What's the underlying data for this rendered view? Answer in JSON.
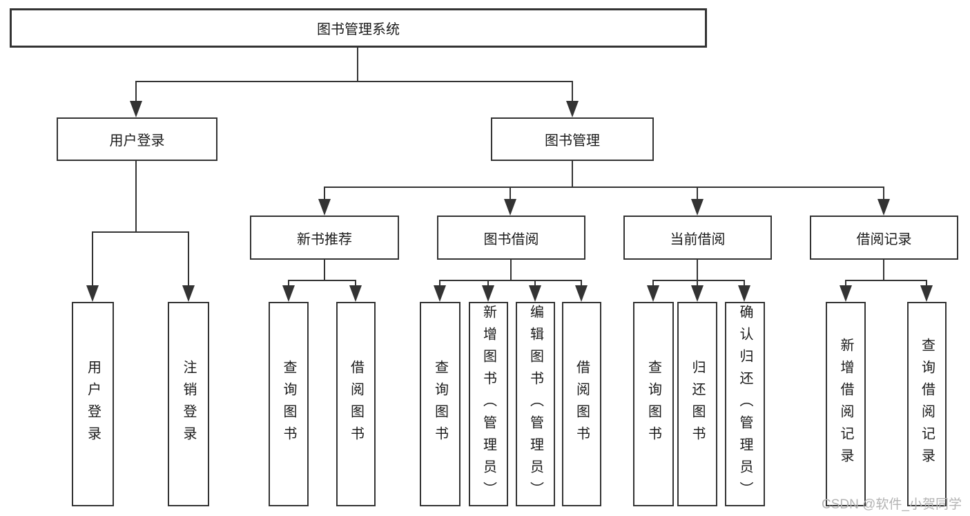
{
  "diagram": {
    "root": {
      "label": "图书管理系统"
    },
    "level2": [
      {
        "label": "用户登录"
      },
      {
        "label": "图书管理"
      }
    ],
    "level3": [
      {
        "label": "新书推荐"
      },
      {
        "label": "图书借阅"
      },
      {
        "label": "当前借阅"
      },
      {
        "label": "借阅记录"
      }
    ],
    "leaves": {
      "user_login": [
        {
          "label": "用户登录"
        },
        {
          "label": "注销登录"
        }
      ],
      "new_books": [
        {
          "label": "查询图书"
        },
        {
          "label": "借阅图书"
        }
      ],
      "book_borrow": [
        {
          "label": "查询图书"
        },
        {
          "label": "新增图书（管理员）"
        },
        {
          "label": "编辑图书（管理员）"
        },
        {
          "label": "借阅图书"
        }
      ],
      "current_borrow": [
        {
          "label": "查询图书"
        },
        {
          "label": "归还图书"
        },
        {
          "label": "确认归还（管理员）"
        }
      ],
      "borrow_records": [
        {
          "label": "新增借阅记录"
        },
        {
          "label": "查询借阅记录"
        }
      ]
    },
    "watermark": "CSDN @软件_小贺同学",
    "colors": {
      "line": "#333333",
      "text": "#1a1a1a",
      "watermark": "#b3b3b3",
      "background": "#ffffff"
    }
  }
}
